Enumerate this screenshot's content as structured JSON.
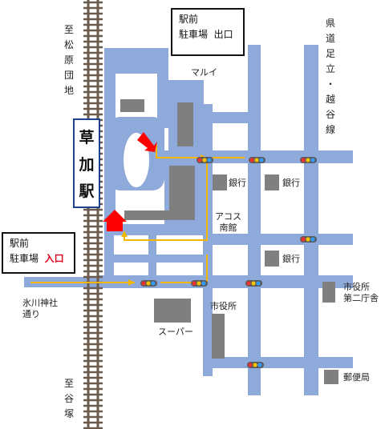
{
  "station": {
    "chars": [
      "草",
      "加",
      "駅"
    ]
  },
  "exit_callout": {
    "line1": "駅前",
    "line2a": "駐車場",
    "line2b": "出口"
  },
  "entrance_callout": {
    "line1": "駅前",
    "line2a": "駐車場",
    "line2b": "入口"
  },
  "direction_labels": {
    "matsubara": [
      "至",
      "松",
      "原",
      "団",
      "地"
    ],
    "yatsuka": [
      "至",
      "谷",
      "塚"
    ],
    "kendo": [
      "県",
      "道",
      "足",
      "立",
      "・",
      "越",
      "谷",
      "線"
    ]
  },
  "places": {
    "marui": "マルイ",
    "bank1": "銀行",
    "bank2": "銀行",
    "bank3": "銀行",
    "acos_line1": "アコス",
    "acos_line2": "南館",
    "city_hall": "市役所",
    "city_hall2_line1": "市役所",
    "city_hall2_line2": "第二庁舎",
    "supermarket": "スーパー",
    "post_office": "郵便局",
    "hikawa_line1": "氷川神社",
    "hikawa_line2": "通り"
  },
  "colors": {
    "road": "#8eaadb",
    "building": "#7f7f7f",
    "route": "#f5b800",
    "arrow": "#ff0000",
    "rail": "#6b5a4e",
    "station_border": "#1f3f8f"
  }
}
